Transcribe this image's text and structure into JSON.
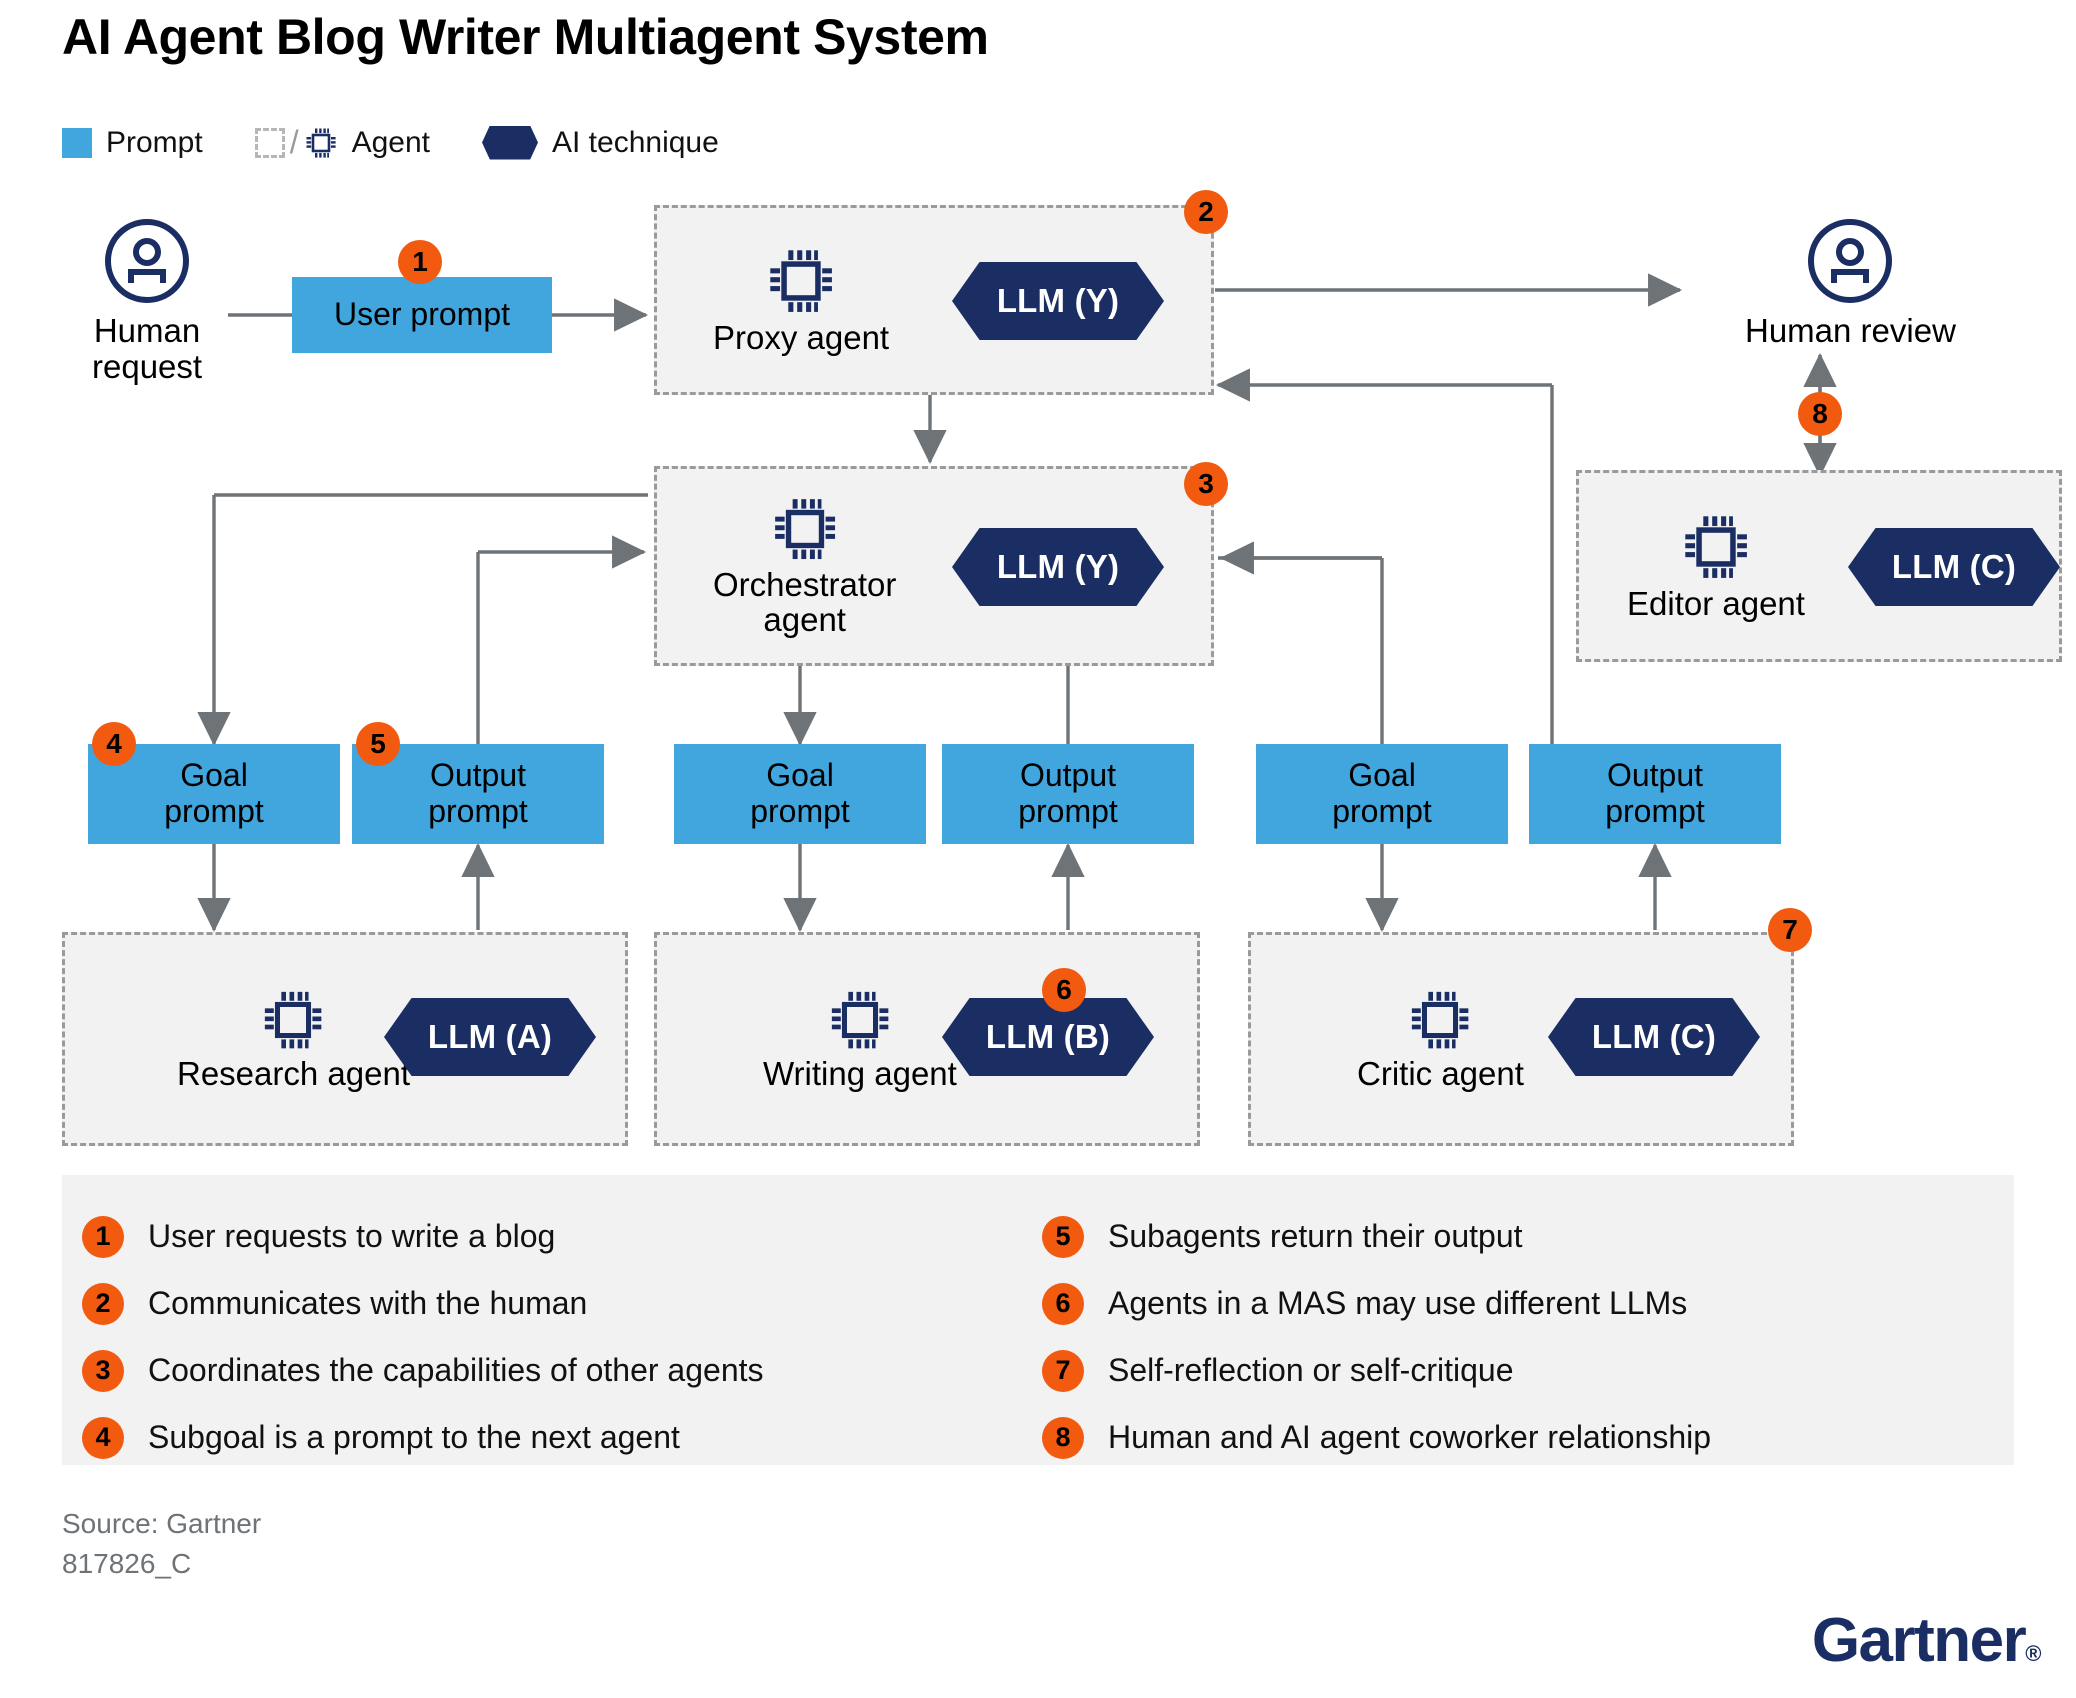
{
  "title": "AI Agent Blog Writer Multiagent System",
  "legend": {
    "prompt_label": "Prompt",
    "agent_label": "Agent",
    "technique_label": "AI technique",
    "prompt_color": "#41A6DE",
    "technique_color": "#1B2E63",
    "agent_border_color": "#9a9a9a"
  },
  "colors": {
    "prompt": "#41A6DE",
    "ai_technique": "#1B2E63",
    "badge": "#F15A0F",
    "agent_fill": "#F2F2F2",
    "connector": "#6E7378",
    "panel": "#F2F2F2",
    "brand": "#1B2E63"
  },
  "nodes": {
    "human_request": {
      "label": "Human\nrequest",
      "icon": "person-circle-icon"
    },
    "human_review": {
      "label": "Human review",
      "icon": "person-circle-icon"
    },
    "user_prompt": {
      "label": "User prompt",
      "badge": "1"
    },
    "proxy_agent": {
      "label": "Proxy agent",
      "llm": "LLM (Y)",
      "badge": "2"
    },
    "orchestrator_agent": {
      "label": "Orchestrator\nagent",
      "llm": "LLM (Y)",
      "badge": "3"
    },
    "editor_agent": {
      "label": "Editor agent",
      "llm": "LLM (C)"
    },
    "research_agent": {
      "label": "Research agent",
      "llm": "LLM (A)"
    },
    "writing_agent": {
      "label": "Writing agent",
      "llm": "LLM (B)",
      "badge": "6"
    },
    "critic_agent": {
      "label": "Critic agent",
      "llm": "LLM (C)",
      "badge": "7"
    }
  },
  "prompts": [
    {
      "key": "research_goal",
      "label": "Goal\nprompt",
      "badge": "4"
    },
    {
      "key": "research_output",
      "label": "Output\nprompt",
      "badge": "5"
    },
    {
      "key": "writing_goal",
      "label": "Goal\nprompt"
    },
    {
      "key": "writing_output",
      "label": "Output\nprompt"
    },
    {
      "key": "critic_goal",
      "label": "Goal\nprompt"
    },
    {
      "key": "critic_output",
      "label": "Output\nprompt"
    }
  ],
  "edge_badges": {
    "human_review_editor": "8"
  },
  "notes_left": [
    {
      "num": "1",
      "text": "User requests to write a blog"
    },
    {
      "num": "2",
      "text": "Communicates with the human"
    },
    {
      "num": "3",
      "text": "Coordinates the capabilities of other agents"
    },
    {
      "num": "4",
      "text": "Subgoal is a prompt to the next agent"
    }
  ],
  "notes_right": [
    {
      "num": "5",
      "text": "Subagents return their output"
    },
    {
      "num": "6",
      "text": "Agents in a MAS may use different LLMs"
    },
    {
      "num": "7",
      "text": "Self-reflection or self-critique"
    },
    {
      "num": "8",
      "text": "Human and AI agent coworker relationship"
    }
  ],
  "source": "Source: Gartner",
  "doc_id": "817826_C",
  "brand": "Gartner"
}
